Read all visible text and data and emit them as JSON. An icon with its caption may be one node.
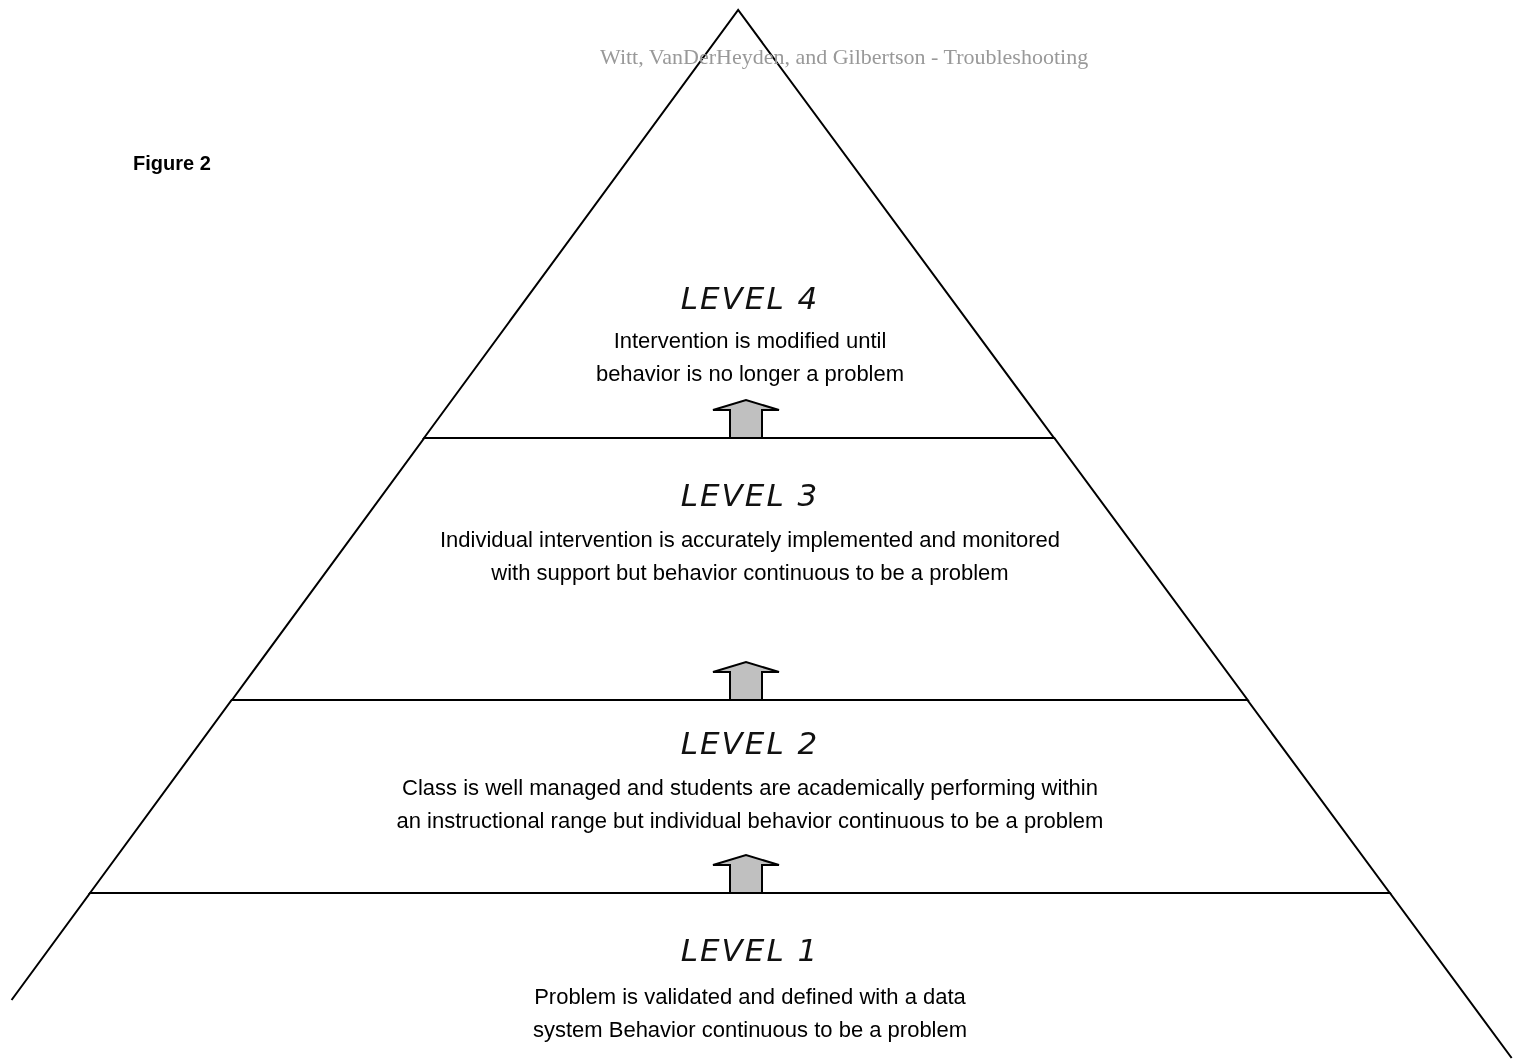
{
  "diagram": {
    "title": "Figure 2",
    "nodes": [
      {
        "text": [
          "LEVEL 4",
          "Intervention is modified until behavior is no longer a problem"
        ]
      },
      {
        "text": [
          "LEVEL 3",
          "Individual intervention is accurately implemented and monitored with support but behavior continuous to be a problem"
        ]
      },
      {
        "text": [
          "LEVEL 2",
          "Class is well managed and students are academically performing within an instructional range but individual behavior continuous to be a problem"
        ]
      },
      {
        "text": [
          "LEVEL 1",
          "Problem is validated and defined with a data system Behavior continuous to be a problem"
        ]
      }
    ],
    "edges": [
      {
        "from": 3,
        "to": 2,
        "arrow": "to"
      },
      {
        "from": 2,
        "to": 1,
        "arrow": "to"
      },
      {
        "from": 1,
        "to": 0,
        "arrow": "to"
      }
    ],
    "labels": [
      "Witt, VanDerHeyden, and Gilbertson - Troubleshooting"
    ]
  }
}
